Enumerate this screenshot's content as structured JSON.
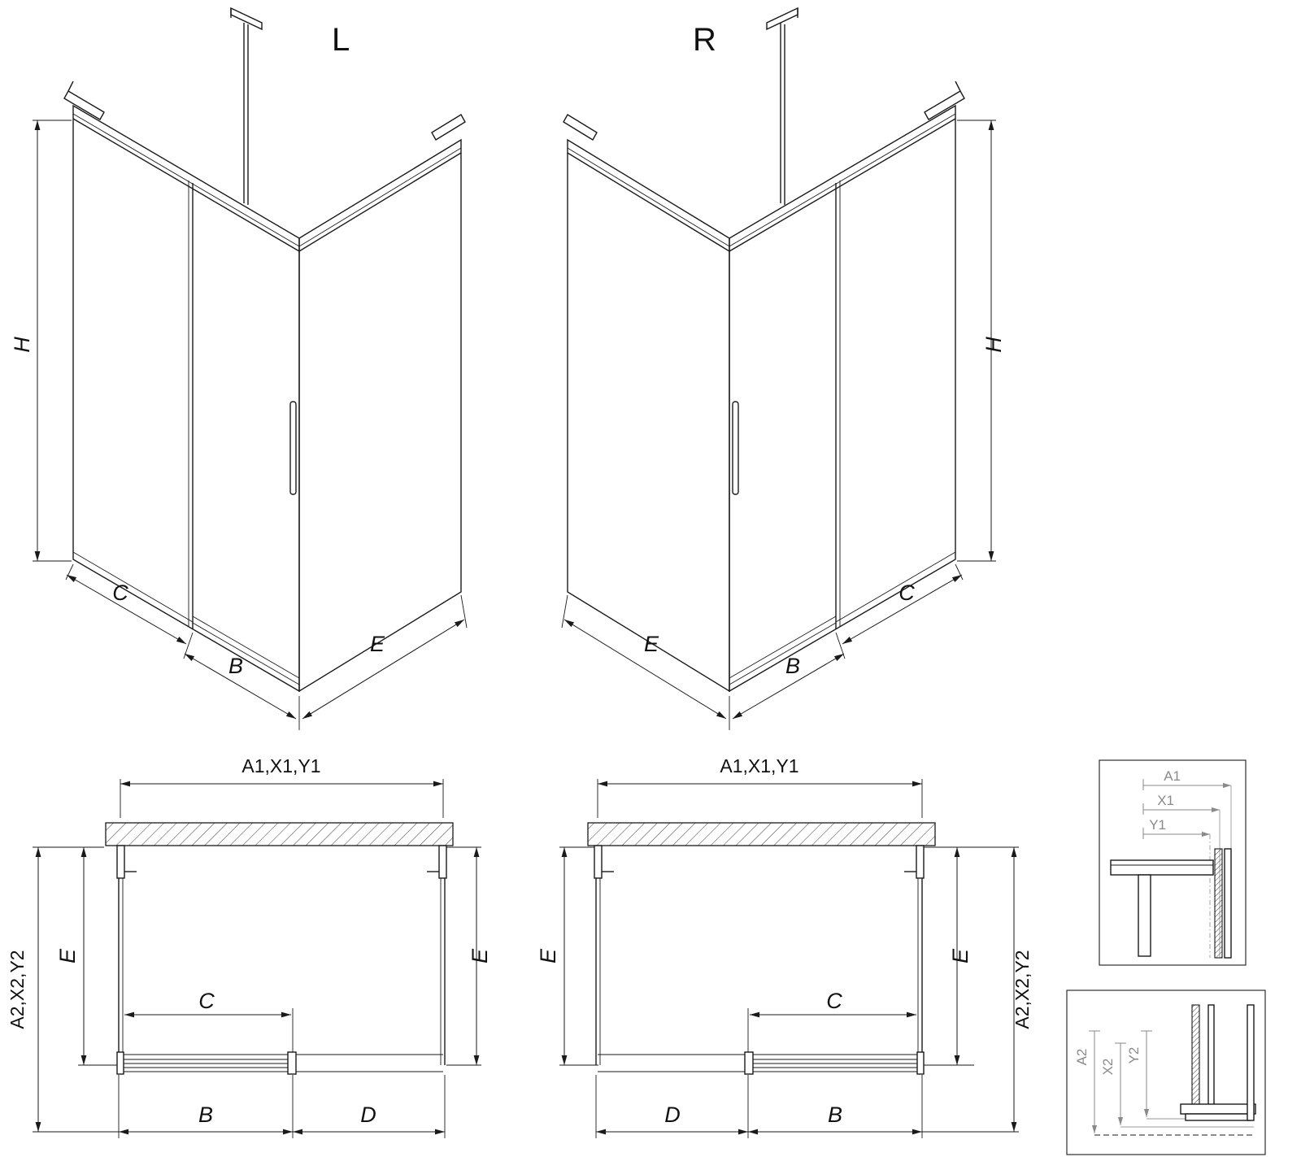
{
  "colors": {
    "line": "#1a1a1a",
    "detail_label": "#8a8a8a"
  },
  "iso_left": {
    "view_label": "L",
    "height": "H",
    "width_c": "C",
    "door_b": "B",
    "side_e": "E"
  },
  "iso_right": {
    "view_label": "R",
    "height": "H",
    "side_e": "E",
    "door_b": "B",
    "width_c": "C"
  },
  "plan_left": {
    "overall_width": "A1,X1,Y1",
    "overall_depth": "A2,X2,Y2",
    "side_left": "E",
    "opening_c": "C",
    "door_b": "B",
    "panel_d": "D",
    "side_right": "E"
  },
  "plan_right": {
    "overall_width": "A1,X1,Y1",
    "side_left": "E",
    "opening_c": "C",
    "panel_d": "D",
    "door_b": "B",
    "side_right": "E",
    "overall_depth": "A2,X2,Y2"
  },
  "detail_top_profile": {
    "dim_a1": "A1",
    "dim_x1": "X1",
    "dim_y1": "Y1"
  },
  "detail_bottom_track": {
    "dim_a2": "A2",
    "dim_x2": "X2",
    "dim_y2": "Y2"
  }
}
